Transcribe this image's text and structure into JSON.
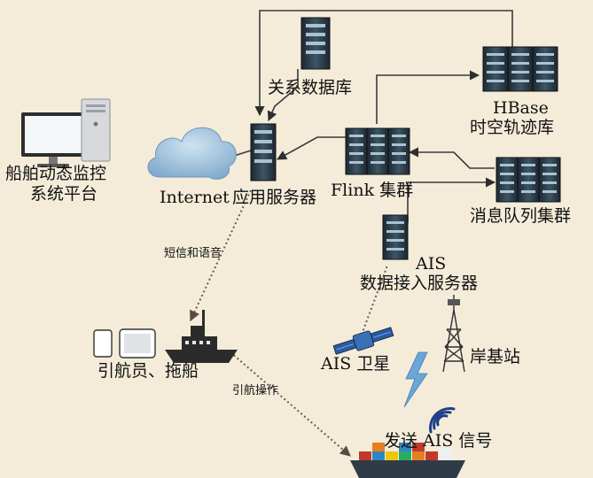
{
  "colors": {
    "background": "#f4ecd9",
    "server_dark": "#1f2a33",
    "server_light": "#4a6a7a",
    "cloud": "#8fb7d6",
    "line": "#3a3a3a",
    "dotted_line": "#6b5a50",
    "lightning": "#6aa6d8",
    "wifi": "#1f3d8a"
  },
  "labels": {
    "monitor_platform_line1": "船舶动态监控",
    "monitor_platform_line2": "系统平台",
    "internet": "Internet",
    "app_server": "应用服务器",
    "relational_db": "关系数据库",
    "hbase_line1": "HBase",
    "hbase_line2": "时空轨迹库",
    "flink_cluster": "Flink 集群",
    "mq_cluster": "消息队列集群",
    "ais_server_line1": "AIS",
    "ais_server_line2": "数据接入服务器",
    "sms_voice": "短信和语音",
    "pilot_tug": "引航员、拖船",
    "pilot_operation": "引航操作",
    "ais_satellite": "AIS 卫星",
    "shore_station": "岸基站",
    "send_ais": "发送 AIS 信号"
  },
  "icons": {
    "computer": "desktop-computer-icon",
    "cloud": "cloud-icon",
    "server": "server-rack-icon",
    "tablet": "tablet-icon",
    "tug": "tugboat-icon",
    "satellite": "satellite-icon",
    "tower": "radio-tower-icon",
    "ship": "container-ship-icon",
    "signal": "wifi-signal-icon",
    "lightning": "lightning-icon"
  }
}
